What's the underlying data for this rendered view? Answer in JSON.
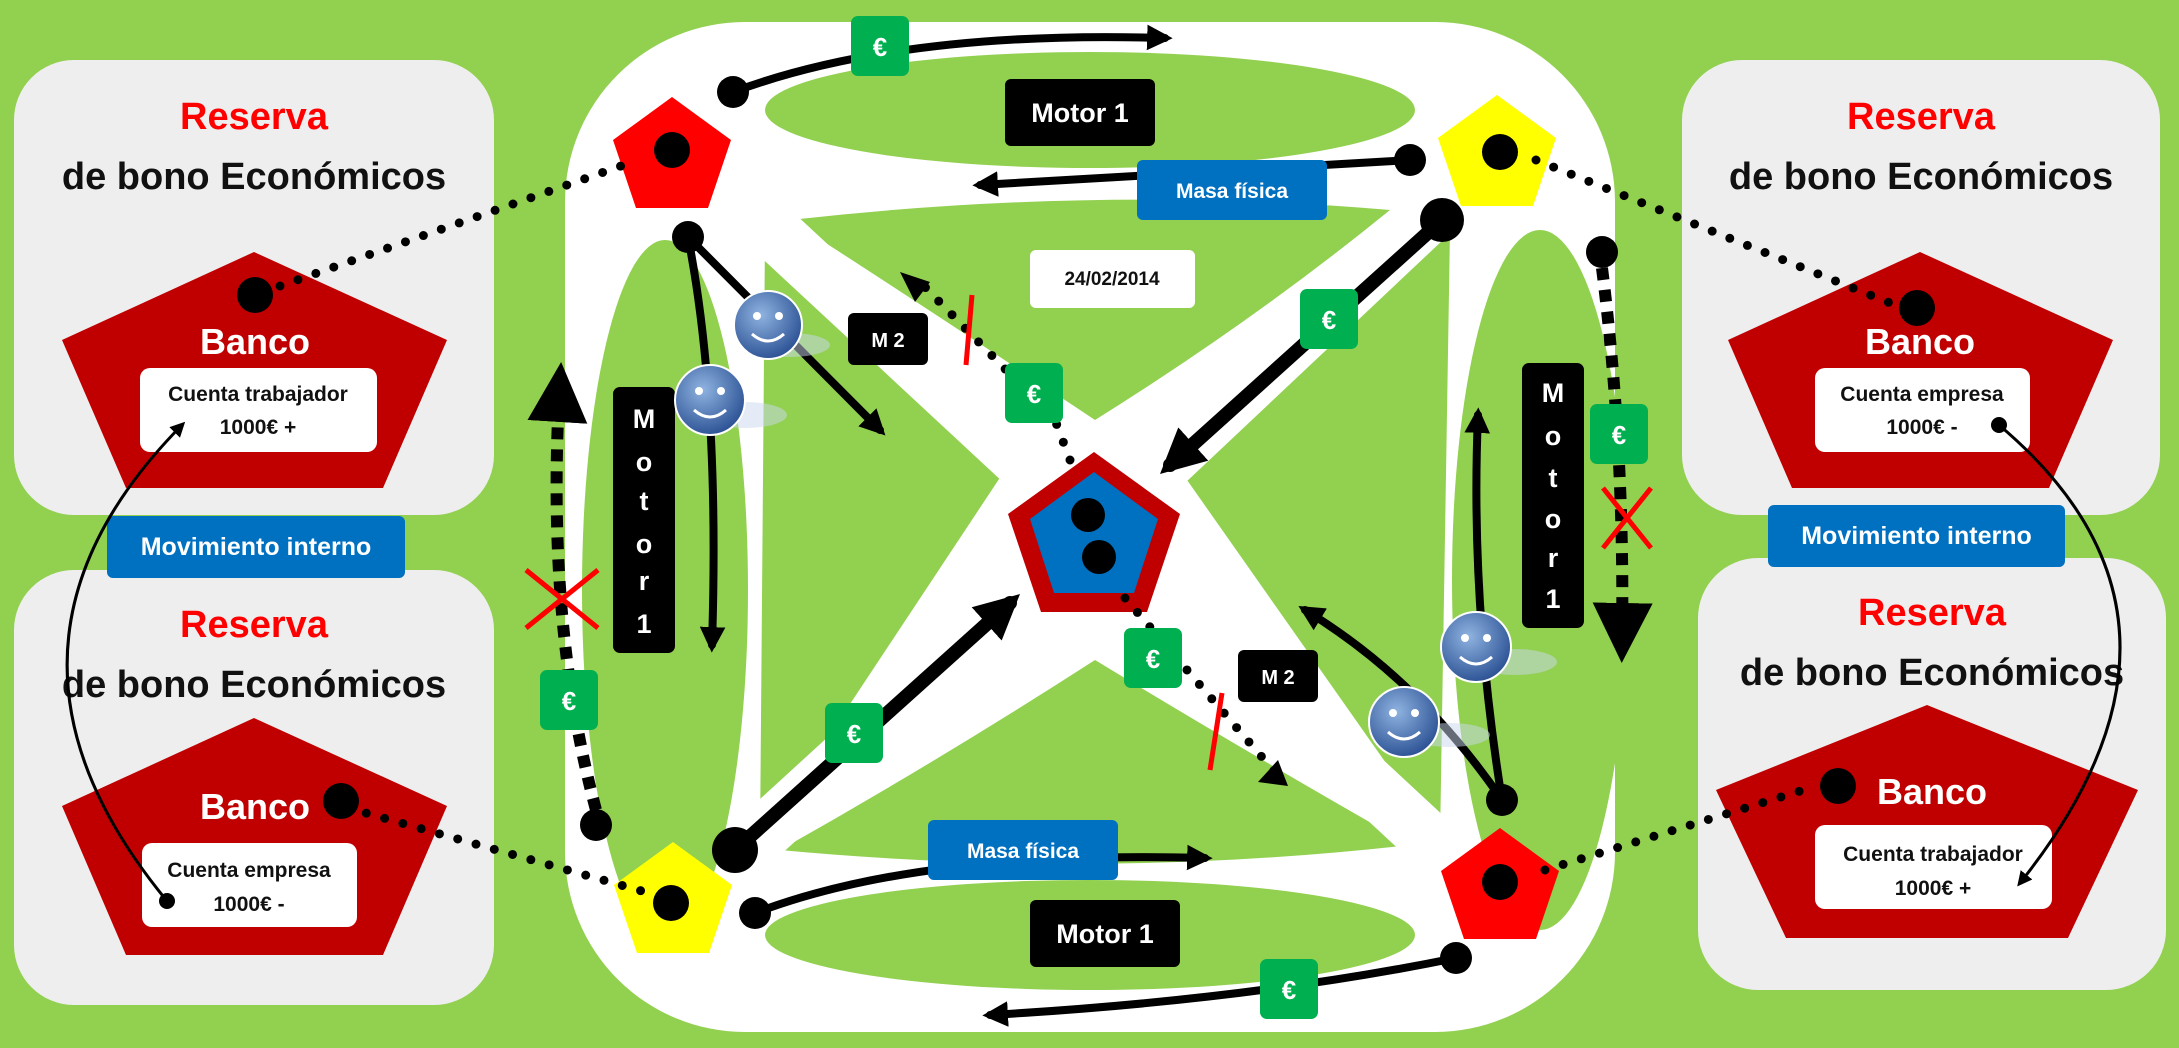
{
  "reserve_boxes": [
    {
      "title": "Reserva",
      "subtitle": "de bono Económicos",
      "bank": "Banco",
      "account": "Cuenta trabajador",
      "amount": "1000€ +"
    },
    {
      "title": "Reserva",
      "subtitle": "de bono Económicos",
      "bank": "Banco",
      "account": "Cuenta empresa",
      "amount": "1000€ -"
    },
    {
      "title": "Reserva",
      "subtitle": "de bono Económicos",
      "bank": "Banco",
      "account": "Cuenta empresa",
      "amount": "1000€ -"
    },
    {
      "title": "Reserva",
      "subtitle": "de bono Económicos",
      "bank": "Banco",
      "account": "Cuenta trabajador",
      "amount": "1000€ +"
    }
  ],
  "internal_movement": [
    "Movimiento interno",
    "Movimiento interno"
  ],
  "motor_top": "Motor 1",
  "motor_bottom": "Motor 1",
  "motor_left": [
    "M",
    "o",
    "t",
    "o",
    "r",
    "1"
  ],
  "motor_right": [
    "M",
    "o",
    "t",
    "o",
    "r",
    "1"
  ],
  "m2": [
    "M 2",
    "M 2"
  ],
  "masa_fisica": [
    "Masa física",
    "Masa física"
  ],
  "date": "24/02/2014",
  "euro": "€",
  "colors": {
    "background": "#92d050",
    "bank_red": "#c00000",
    "pentagon_yellow": "#ffff00",
    "pentagon_red": "#ff0000",
    "badge_blue": "#0070c0",
    "euro_green": "#00b050"
  }
}
